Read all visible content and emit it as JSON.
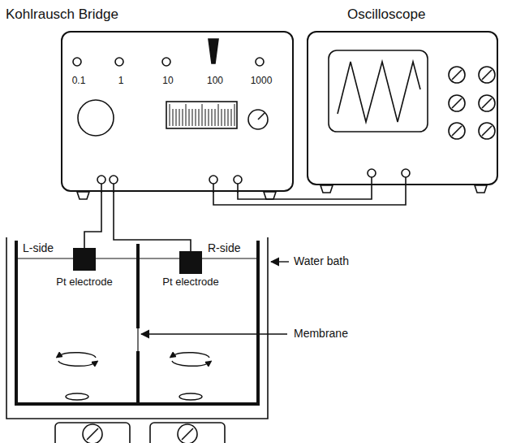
{
  "diagram": {
    "nodes": [
      {
        "text": [
          "Kohlrausch Bridge",
          "0.1",
          "1",
          "10",
          "100",
          "1000"
        ]
      },
      {
        "text": [
          "Oscilloscope"
        ]
      },
      {
        "text": [
          "Pt electrode"
        ]
      },
      {
        "text": [
          "Pt electrode"
        ]
      }
    ],
    "edges": [
      {
        "from": 0,
        "to": 2,
        "arrow": "none"
      },
      {
        "from": 0,
        "to": 3,
        "arrow": "none"
      },
      {
        "from": 0,
        "to": 1,
        "arrow": "none"
      },
      {
        "from": 0,
        "to": 1,
        "arrow": "none"
      }
    ],
    "labels": [
      "L-side",
      "R-side",
      "Water bath",
      "Membrane"
    ]
  }
}
